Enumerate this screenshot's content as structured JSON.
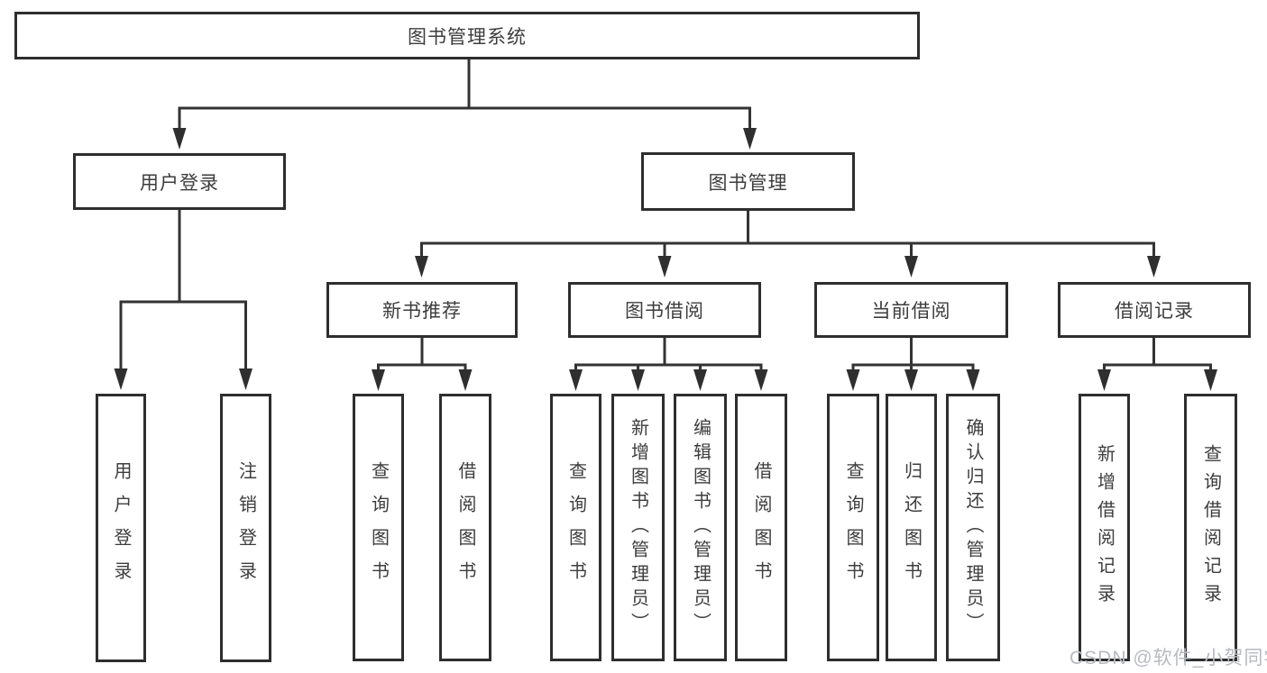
{
  "diagram": {
    "type": "hierarchy-tree",
    "tree": {
      "label": "图书管理系统",
      "children": [
        {
          "label": "用户登录",
          "children": [
            {
              "label": "用户登录"
            },
            {
              "label": "注销登录"
            }
          ]
        },
        {
          "label": "图书管理",
          "children": [
            {
              "label": "新书推荐",
              "children": [
                {
                  "label": "查询图书"
                },
                {
                  "label": "借阅图书"
                }
              ]
            },
            {
              "label": "图书借阅",
              "children": [
                {
                  "label": "查询图书"
                },
                {
                  "label": "新增图书（管理员）"
                },
                {
                  "label": "编辑图书（管理员）"
                },
                {
                  "label": "借阅图书"
                }
              ]
            },
            {
              "label": "当前借阅",
              "children": [
                {
                  "label": "查询图书"
                },
                {
                  "label": "归还图书"
                },
                {
                  "label": "确认归还（管理员）"
                }
              ]
            },
            {
              "label": "借阅记录",
              "children": [
                {
                  "label": "新增借阅记录"
                },
                {
                  "label": "查询借阅记录"
                }
              ]
            }
          ]
        }
      ]
    },
    "colors": {
      "line": "#333333",
      "box_border": "#2e2e2e",
      "text": "#3d3d3d",
      "watermark_text": "#b7babf",
      "background": "#ffffff"
    },
    "watermark": "CSDN @软件_小贺同学"
  }
}
